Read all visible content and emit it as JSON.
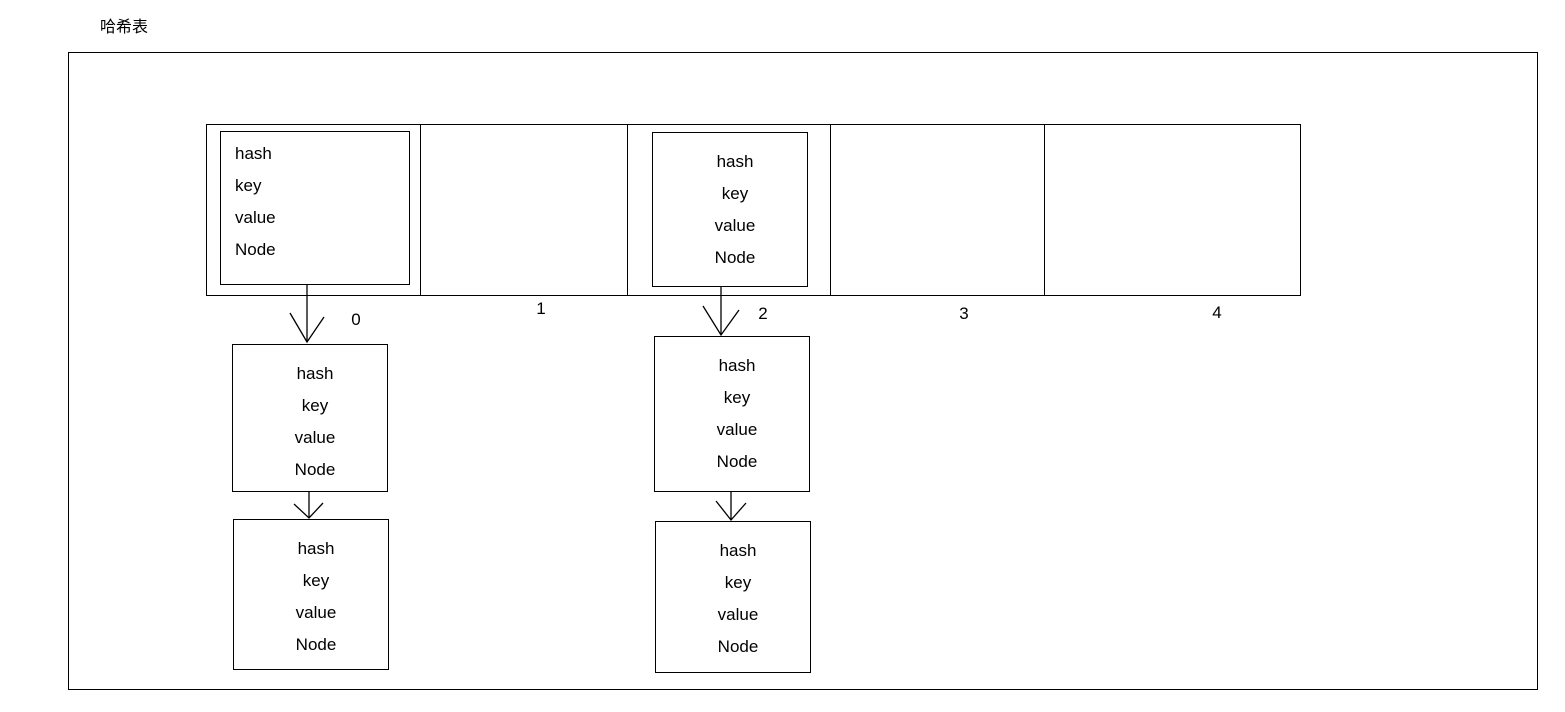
{
  "title": "哈希表",
  "node_fields": [
    "hash",
    "key",
    "value",
    "Node"
  ],
  "buckets": [
    {
      "index_label": "0",
      "has_node": true
    },
    {
      "index_label": "1",
      "has_node": false
    },
    {
      "index_label": "2",
      "has_node": true
    },
    {
      "index_label": "3",
      "has_node": false
    },
    {
      "index_label": "4",
      "has_node": false
    }
  ],
  "bucket_nodes": {
    "b0": {
      "hash": "hash",
      "key": "key",
      "value": "value",
      "next": "Node"
    },
    "b2": {
      "hash": "hash",
      "key": "key",
      "value": "value",
      "next": "Node"
    }
  },
  "chains": {
    "chain0": [
      {
        "hash": "hash",
        "key": "key",
        "value": "value",
        "next": "Node"
      },
      {
        "hash": "hash",
        "key": "key",
        "value": "value",
        "next": "Node"
      }
    ],
    "chain2": [
      {
        "hash": "hash",
        "key": "key",
        "value": "value",
        "next": "Node"
      },
      {
        "hash": "hash",
        "key": "key",
        "value": "value",
        "next": "Node"
      }
    ]
  },
  "colors": {
    "stroke": "#000000",
    "background": "#ffffff",
    "text": "#000000"
  }
}
